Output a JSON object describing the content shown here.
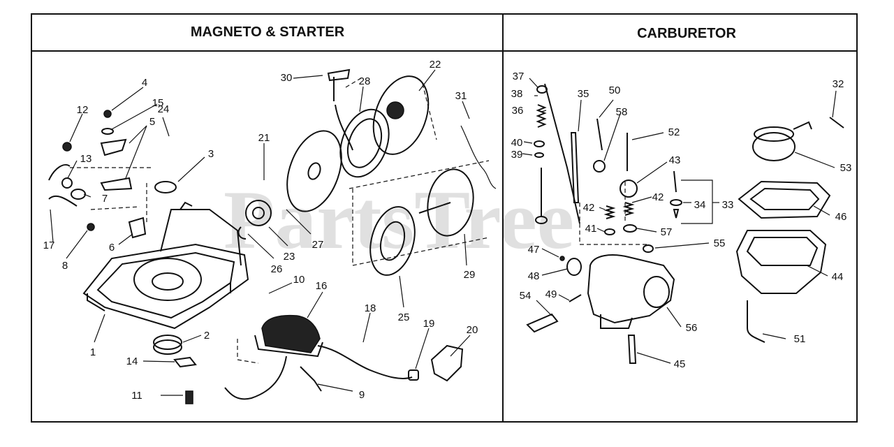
{
  "headers": {
    "left": "MAGNETO & STARTER",
    "right": "CARBURETOR"
  },
  "watermark": "PartsTree",
  "callouts_left": [
    "1",
    "2",
    "3",
    "4",
    "5",
    "6",
    "7",
    "8",
    "9",
    "10",
    "11",
    "12",
    "13",
    "14",
    "15",
    "16",
    "17",
    "18",
    "19",
    "20",
    "21",
    "22",
    "23",
    "24",
    "25",
    "26",
    "27",
    "28",
    "29",
    "30",
    "31"
  ],
  "callouts_right": [
    "32",
    "33",
    "34",
    "35",
    "36",
    "37",
    "38",
    "39",
    "40",
    "41",
    "42",
    "42",
    "43",
    "44",
    "45",
    "46",
    "47",
    "48",
    "49",
    "50",
    "51",
    "52",
    "53",
    "54",
    "55",
    "56",
    "57",
    "58"
  ]
}
